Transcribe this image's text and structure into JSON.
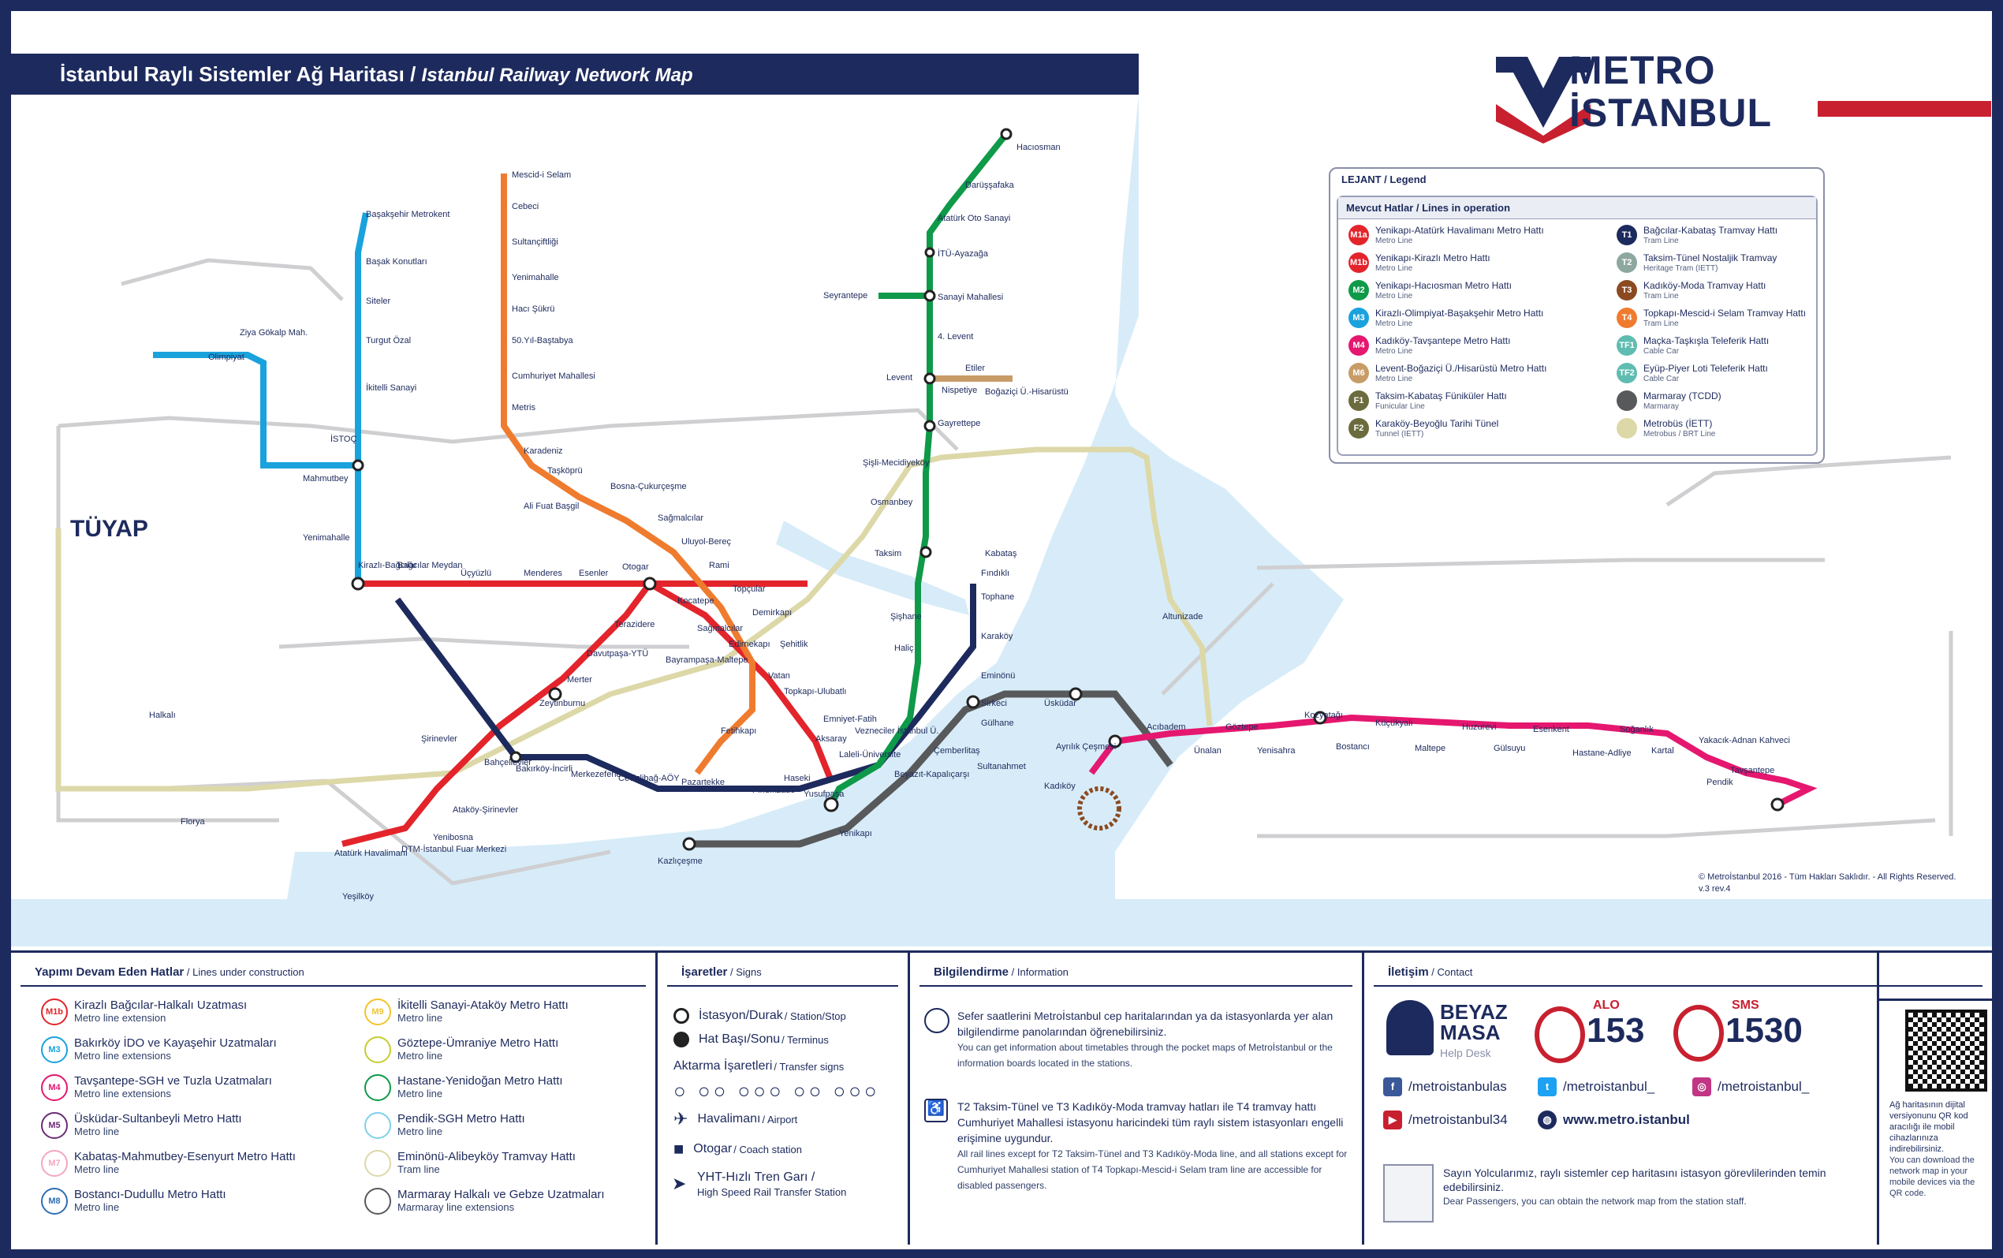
{
  "title": {
    "tr": "İstanbul Raylı Sistemler Ağ Haritası",
    "sep": " / ",
    "en": "Istanbul Railway Network Map"
  },
  "brand": {
    "line1": "METRO",
    "line2": "İSTANBUL",
    "navy": "#1d2a5d",
    "red": "#c8202f"
  },
  "legend": {
    "heading": "LEJANT / Legend",
    "sub": "Mevcut Hatlar / Lines in operation",
    "items": [
      {
        "code": "M1a",
        "name": "Yenikapı-Atatürk Havalimanı Metro Hattı",
        "type": "Metro Line",
        "color": "#e3242b"
      },
      {
        "code": "M1b",
        "name": "Yenikapı-Kirazlı Metro Hattı",
        "type": "Metro Line",
        "color": "#e3242b"
      },
      {
        "code": "M2",
        "name": "Yenikapı-Hacıosman Metro Hattı",
        "type": "Metro Line",
        "color": "#0e9a48"
      },
      {
        "code": "M3",
        "name": "Kirazlı-Olimpiyat-Başakşehir Metro Hattı",
        "type": "Metro Line",
        "color": "#1aa2dc"
      },
      {
        "code": "M4",
        "name": "Kadıköy-Tavşantepe Metro Hattı",
        "type": "Metro Line",
        "color": "#e5176f"
      },
      {
        "code": "M6",
        "name": "Levent-Boğaziçi Ü./Hisarüstü Metro Hattı",
        "type": "Metro Line",
        "color": "#c79c66"
      },
      {
        "code": "F1",
        "name": "Taksim-Kabataş Füniküler Hattı",
        "type": "Funicular Line",
        "color": "#6b6b3d"
      },
      {
        "code": "F2",
        "name": "Karaköy-Beyoğlu Tarihi Tünel",
        "type": "Tunnel (IETT)",
        "color": "#6b6b3d"
      },
      {
        "code": "T1",
        "name": "Bağcılar-Kabataş Tramvay Hattı",
        "type": "Tram Line",
        "color": "#1d2a5d"
      },
      {
        "code": "T2",
        "name": "Taksim-Tünel Nostaljik Tramvay",
        "type": "Heritage Tram (IETT)",
        "color": "#8ea8a0"
      },
      {
        "code": "T3",
        "name": "Kadıköy-Moda Tramvay Hattı",
        "type": "Tram Line",
        "color": "#8c4a21"
      },
      {
        "code": "T4",
        "name": "Topkapı-Mescid-i Selam Tramvay Hattı",
        "type": "Tram Line",
        "color": "#ef7b2f"
      },
      {
        "code": "TF1",
        "name": "Maçka-Taşkışla Teleferik Hattı",
        "type": "Cable Car",
        "color": "#5fbcb0"
      },
      {
        "code": "TF2",
        "name": "Eyüp-Piyer Loti Teleferik Hattı",
        "type": "Cable Car",
        "color": "#5fbcb0"
      },
      {
        "code": "",
        "name": "Marmaray (TCDD)",
        "type": "Marmaray",
        "color": "#58595b"
      },
      {
        "code": "",
        "name": "Metrobüs (İETT)",
        "type": "Metrobus / BRT Line",
        "color": "#ddd8a8"
      }
    ]
  },
  "stations": {
    "hacıosman": "Hacıosman",
    "darussafaka": "Darüşşafaka",
    "atoto": "Atatürk Oto Sanayi",
    "itu": "İTÜ-Ayazağa",
    "seyrantepe": "Seyrantepe",
    "sanayi": "Sanayi Mahallesi",
    "levent4": "4. Levent",
    "levent": "Levent",
    "etiler": "Etiler",
    "nispetiye": "Nispetiye",
    "bogazici": "Boğaziçi Ü.-Hisarüstü",
    "gayrettepe": "Gayrettepe",
    "sisli": "Şişli-Mecidiyeköy",
    "osmanbey": "Osmanbey",
    "taksim": "Taksim",
    "kabatas": "Kabataş",
    "halic": "Haliç",
    "sishane": "Şişhane",
    "vezneciler": "Vezneciler İstanbul Ü.",
    "yenikapi": "Yenikapı",
    "aksaray": "Aksaray",
    "emniyet": "Emniyet-Fatih",
    "topkapi": "Topkapı-Ulubatlı",
    "bayrampasa": "Bayrampaşa-Maltepe",
    "sagmalcilar": "Sağmalcılar",
    "kocatepe": "Kocatepe",
    "otogar": "Otogar",
    "terazidere": "Terazidere",
    "davutpasa": "Davutpaşa-YTÜ",
    "merter": "Merter",
    "zeytinburnu": "Zeytinburnu",
    "bakirkoy": "Bakırköy-İncirli",
    "bahcelievler": "Bahçelievler",
    "atakoy": "Ataköy-Şirinevler",
    "yenibosna": "Yenibosna",
    "dtm": "DTM-İstanbul Fuar Merkezi",
    "havalimani": "Atatürk Havalimanı",
    "menderes": "Menderes",
    "esenler": "Esenler",
    "ucyuzlu": "Üçyüzlü",
    "bagcilar": "Bağcılar Meydan",
    "kirazli": "Kirazlı-Bağcılar",
    "yenimahalle": "Yenimahalle",
    "mahmutbey": "Mahmutbey",
    "istoc": "İSTOÇ",
    "ikitelli": "İkitelli Sanayi",
    "turgut": "Turgut Özal",
    "siteler": "Siteler",
    "basakkonut": "Başak Konutları",
    "basaksehir": "Başakşehir Metrokent",
    "olimpiyat": "Olimpiyat",
    "ziya": "Ziya Gökalp Mah.",
    "sirkeci": "Sirkeci",
    "uskudar": "Üsküdar",
    "ayrilik": "Ayrılık Çeşmesi",
    "kadikoy": "Kadıköy",
    "acibadem": "Acıbadem",
    "unalan": "Ünalan",
    "goztepe": "Göztepe",
    "yenisahra": "Yenisahra",
    "kozyatagi": "Kozyatağı",
    "bostanci": "Bostancı",
    "kucukyali": "Küçükyalı",
    "maltepe": "Maltepe",
    "huzurevi": "Huzurevi",
    "gulsuyu": "Gülsuyu",
    "esenkent": "Esenkent",
    "hastane": "Hastane-Adliye",
    "soganlik": "Soğanlık",
    "kartal": "Kartal",
    "yakacik": "Yakacık-Adnan Kahveci",
    "pendik": "Pendik",
    "tavsantepe": "Tavşantepe",
    "kazlicesme": "Kazlıçeşme",
    "altunizade": "Altunizade",
    "cagdas": "Ayrılık Çeşmesi",
    "mescid": "Mescid-i Selam",
    "cebeci": "Cebeci",
    "sultanciftligi": "Sultançiftliği",
    "yenimahalleT4": "Yenimahalle",
    "haci": "Hacı Şükrü",
    "50yil": "50.Yıl-Baştabya",
    "cumhuriyet": "Cumhuriyet Mahallesi",
    "metris": "Metris",
    "karadeniz": "Karadeniz",
    "tasko": "Taşköprü",
    "ali": "Ali Fuat Başgil",
    "bosna": "Bosna-Çukurçeşme",
    "sagmalcilarT": "Sağmalcılar",
    "ulubey": "Uluyol-Bereç",
    "rami": "Rami",
    "topcular": "Topçular",
    "demirkapi": "Demirkapı",
    "edirnekapi": "Edirnekapı",
    "sehitlik": "Şehitlik",
    "vatan": "Vatan",
    "fetihkapi": "Fetihkapı",
    "cevizlibag": "Cevizlibağ-AÖY",
    "pazartekke": "Pazartekke",
    "merkezefendi": "Merkezefendi",
    "findikzade": "Fındıkzade",
    "haseki": "Haseki",
    "yusufpasa": "Yusufpaşa",
    "laleli": "Laleli-Üniversite",
    "beyazit": "Beyazıt-Kapalıçarşı",
    "cemberlitas": "Çemberlitaş",
    "sultanahmet": "Sultanahmet",
    "gulhane": "Gülhane",
    "eminonu": "Eminönü",
    "karakoy": "Karaköy",
    "tophane": "Tophane",
    "findikli": "Fındıklı",
    "tuyap": "TÜYAP",
    "sirinevler": "Şirinevler",
    "florya": "Florya",
    "yesilkoy": "Yeşilköy",
    "halkali": "Halkalı",
    "kazlicesmeM": "Kazlıçeşme"
  },
  "copyright": {
    "line1": "© Metroİstanbul 2016 - Tüm Hakları Saklıdır. - All Rights Reserved.",
    "line2": "v.3 rev.4"
  },
  "construction": {
    "heading": "Yapımı Devam Eden Hatlar",
    "heading_en": " / Lines under construction",
    "items": [
      {
        "code": "M1b",
        "name": "Kirazlı Bağcılar-Halkalı Uzatması",
        "sub": "Metro line extension",
        "color": "#e3242b"
      },
      {
        "code": "M3",
        "name": "Bakırköy İDO ve Kayaşehir Uzatmaları",
        "sub": "Metro line extensions",
        "color": "#1aa2dc"
      },
      {
        "code": "M4",
        "name": "Tavşantepe-SGH ve Tuzla Uzatmaları",
        "sub": "Metro line extensions",
        "color": "#e5176f"
      },
      {
        "code": "M5",
        "name": "Üsküdar-Sultanbeyli Metro Hattı",
        "sub": "Metro line",
        "color": "#6b2c76"
      },
      {
        "code": "M7",
        "name": "Kabataş-Mahmutbey-Esenyurt Metro Hattı",
        "sub": "Metro line",
        "color": "#f3a7c1"
      },
      {
        "code": "M8",
        "name": "Bostancı-Dudullu Metro Hattı",
        "sub": "Metro line",
        "color": "#2e6fb3"
      },
      {
        "code": "M9",
        "name": "İkitelli Sanayi-Ataköy Metro Hattı",
        "sub": "Metro line",
        "color": "#f2c42e"
      },
      {
        "code": "",
        "name": "Göztepe-Ümraniye Metro Hattı",
        "sub": "Metro line",
        "color": "#c5cc2e"
      },
      {
        "code": "",
        "name": "Hastane-Yenidoğan Metro Hattı",
        "sub": "Metro line",
        "color": "#0e9a48"
      },
      {
        "code": "",
        "name": "Pendik-SGH Metro Hattı",
        "sub": "Metro line",
        "color": "#7fd0e8"
      },
      {
        "code": "",
        "name": "Eminönü-Alibeyköy Tramvay Hattı",
        "sub": "Tram line",
        "color": "#ddd8a8"
      },
      {
        "code": "",
        "name": "Marmaray Halkalı ve Gebze Uzatmaları",
        "sub": "Marmaray line extensions",
        "color": "#58595b"
      }
    ]
  },
  "signs": {
    "heading": "İşaretler",
    "heading_en": " / Signs",
    "station": "İstasyon/Durak",
    "station_en": " / Station/Stop",
    "terminus": "Hat Başı/Sonu",
    "terminus_en": " / Terminus",
    "transfer": "Aktarma İşaretleri",
    "transfer_en": " / Transfer signs",
    "airport": "Havalimanı",
    "airport_en": " / Airport",
    "coach": "Otogar",
    "coach_en": " / Coach station",
    "yht": "YHT-Hızlı Tren Garı /",
    "yht_en": "High Speed Rail Transfer Station"
  },
  "info": {
    "heading": "Bilgilendirme",
    "heading_en": " / Information",
    "p1": "Sefer saatlerini Metroİstanbul cep haritalarından ya da istasyonlarda yer alan bilgilendirme panolarından öğrenebilirsiniz.",
    "p1_en": "You can get information about timetables through the pocket maps of Metroİstanbul or the information boards located in the stations.",
    "p2": "T2 Taksim-Tünel ve T3 Kadıköy-Moda tramvay hatları ile T4 tramvay hattı Cumhuriyet Mahallesi istasyonu haricindeki tüm raylı sistem istasyonları engelli erişimine uygundur.",
    "p2_en": "All rail lines except for T2 Taksim-Tünel and T3 Kadıköy-Moda line, and all stations except for Cumhuriyet Mahallesi station of T4 Topkapı-Mescid-i Selam tram line are accessible for disabled passengers."
  },
  "contact": {
    "heading": "İletişim",
    "heading_en": " / Contact",
    "beyaz1": "BEYAZ",
    "beyaz2": "MASA",
    "beyaz3": "Help Desk",
    "alo": "ALO",
    "alo_num": "153",
    "sms": "SMS",
    "sms_num": "1530",
    "facebook": "/metroistanbulas",
    "twitter": "/metroistanbul_",
    "instagram": "/metroistanbul_",
    "youtube": "/metroistanbul34",
    "web": "www.metro.istanbul",
    "note": "Sayın Yolcularımız, raylı sistemler cep haritasını istasyon görevlilerinden temin edebilirsiniz.",
    "note_en": "Dear Passengers, you can obtain the network map from the station staff.",
    "qr_tr": "Ağ haritasının dijital versiyonunu QR kod aracılığı ile mobil cihazlarınıza indirebilirsiniz.",
    "qr_en": "You can download the network map in your mobile devices via the QR code."
  }
}
